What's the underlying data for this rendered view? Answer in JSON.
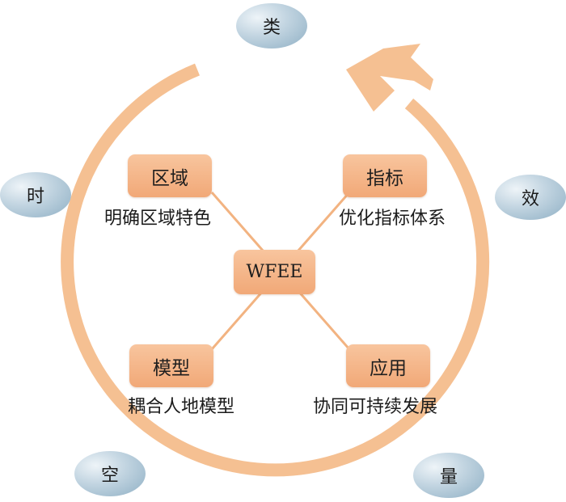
{
  "center": {
    "label": "WFEE"
  },
  "nodes": [
    {
      "id": "region",
      "title": "区域",
      "subtitle": "明确区域特色"
    },
    {
      "id": "index",
      "title": "指标",
      "subtitle": "优化指标体系"
    },
    {
      "id": "model",
      "title": "模型",
      "subtitle": "耦合人地模型"
    },
    {
      "id": "app",
      "title": "应用",
      "subtitle": "协同可持续发展"
    }
  ],
  "ring_labels": {
    "top": "类",
    "left": "时",
    "right": "效",
    "bottom_left": "空",
    "bottom_right": "量"
  },
  "colors": {
    "box_fill": "#f4b083",
    "ring_stroke": "#f5c092",
    "connector": "#f0a66c",
    "oval_fill": "#a9c2d4"
  }
}
